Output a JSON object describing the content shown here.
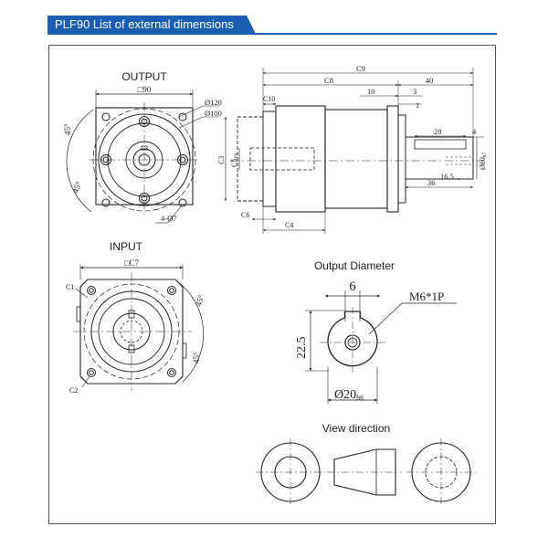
{
  "header": {
    "title": "PLF90 List of external dimensions",
    "accent_color": "#1a5fb4"
  },
  "output_view": {
    "title": "OUTPUT",
    "square": "□90",
    "circle_outer": "Ø120",
    "circle_inner": "Ø100",
    "angle_top": "45°",
    "angle_bottom": "45°",
    "holes": "4-Ø7"
  },
  "input_view": {
    "title": "INPUT",
    "square": "□C7",
    "c1": "C1",
    "c2": "C2",
    "angle": "45°"
  },
  "side_view": {
    "c9": "C9",
    "c8": "C8",
    "d40": "40",
    "c10": "C10",
    "d10": "10",
    "d3": "3",
    "d1": "1",
    "d28": "28",
    "d4": "4",
    "c3": "C3",
    "c5": "C5",
    "c5_sub": "F8",
    "phi80": "Ø80",
    "phi80_sub": "h7",
    "d16_5": "16.5",
    "d36": "36",
    "c6": "C6",
    "c4": "C4"
  },
  "output_diameter": {
    "title": "Output Diameter",
    "width": "6",
    "thread": "M6*1P",
    "height": "22.5",
    "diameter": "Ø20",
    "diameter_sub": "h6"
  },
  "view_direction": {
    "title": "View direction"
  }
}
